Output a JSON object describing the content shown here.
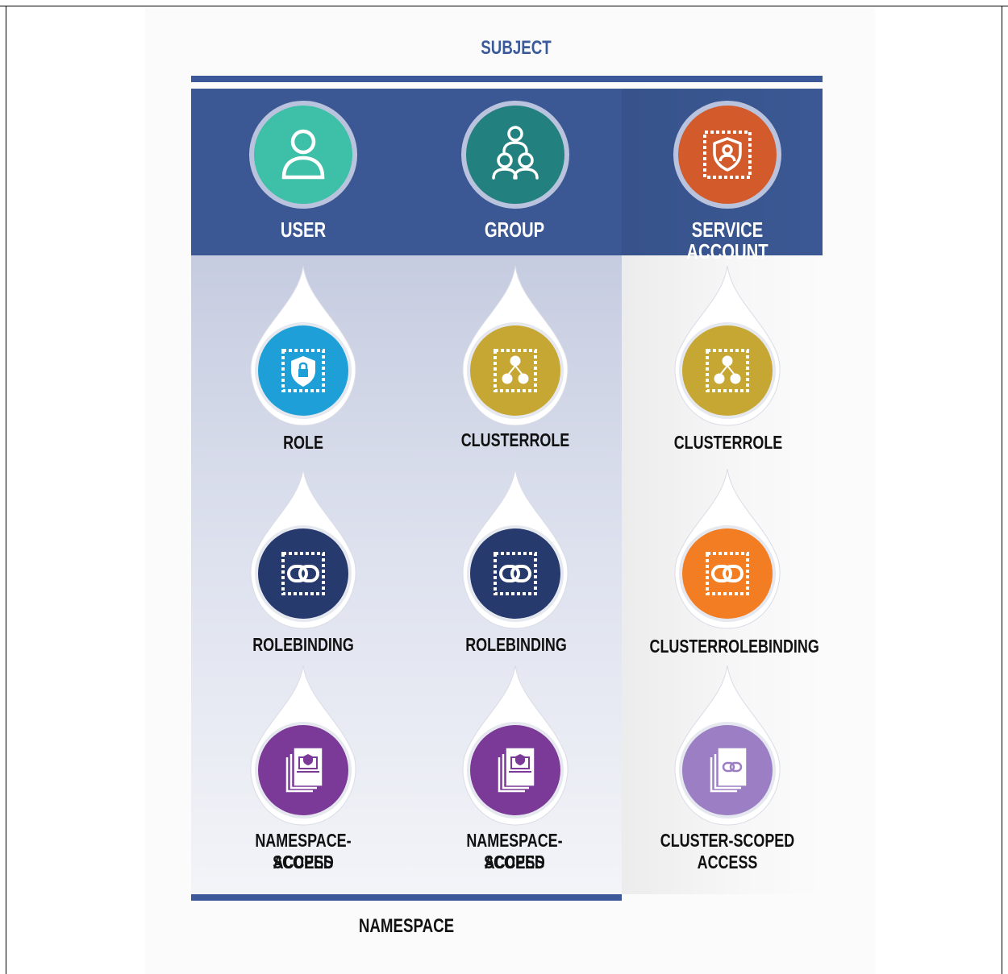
{
  "subject": {
    "title": "SUBJECT",
    "user": "USER",
    "group": "GROUP",
    "service_account": "SERVICE ACCOUNT"
  },
  "columns": {
    "left": {
      "role": "ROLE",
      "binding": "ROLEBINDING",
      "access_line1": "NAMESPACE-SCOPED",
      "access_line2": "ACCESS"
    },
    "middle": {
      "role": "CLUSTERROLE",
      "binding": "ROLEBINDING",
      "access_line1": "NAMESPACE-SCOPED",
      "access_line2": "ACCESS"
    },
    "right": {
      "role": "CLUSTERROLE",
      "binding": "CLUSTERROLEBINDING",
      "access_line1": "CLUSTER-SCOPED",
      "access_line2": "ACCESS"
    }
  },
  "namespace_label": "NAMESPACE",
  "colors": {
    "band": "#3b5894",
    "user": "#3dbfa8",
    "group": "#22807f",
    "service_account": "#d35a2a",
    "role": "#1e9fd8",
    "clusterrole": "#c7a733",
    "rolebinding": "#273a6e",
    "clusterrolebinding": "#f27d22",
    "ns_access": "#7b3a98",
    "cluster_access": "#9b7ec4"
  }
}
